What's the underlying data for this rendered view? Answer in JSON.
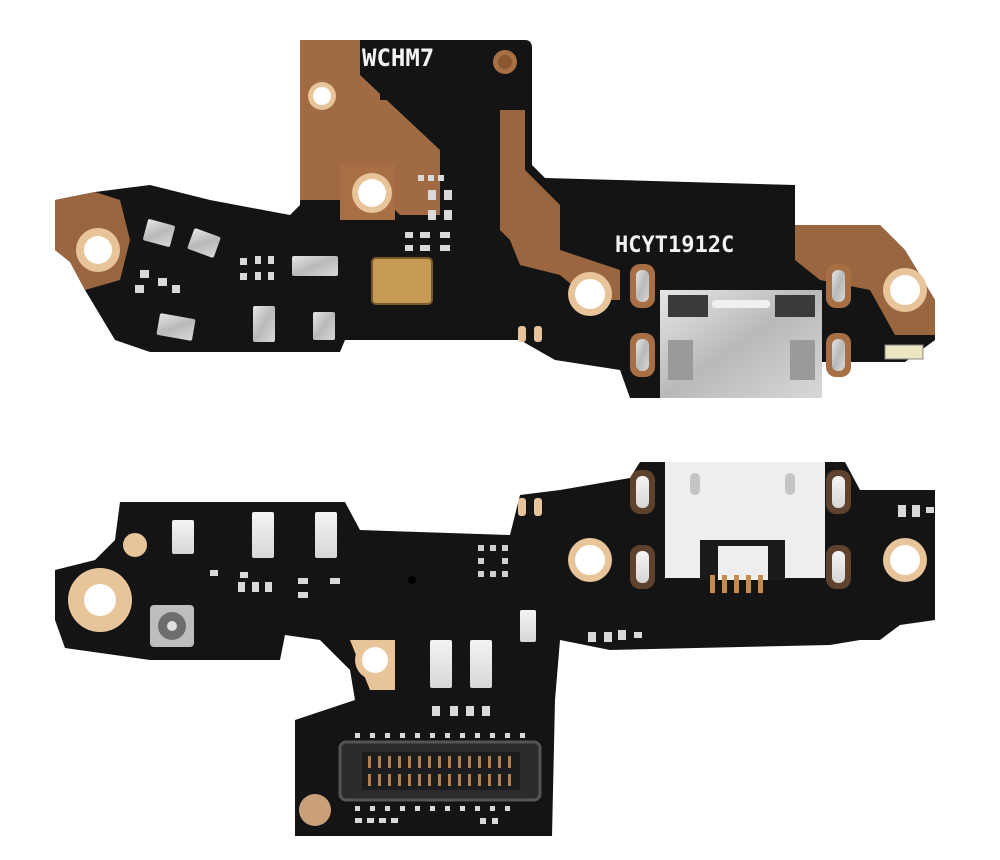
{
  "image": {
    "subject": "Charging port flex PCB board, front and back views",
    "background": "#ffffff"
  },
  "boards": [
    {
      "view": "top",
      "silkscreen_labels": [
        "WCHM7",
        "HCYT1912C"
      ],
      "components": [
        "micro-usb-port",
        "crystal-oscillator",
        "microphone-pads",
        "smd-capacitors",
        "led-indicator",
        "mounting-holes"
      ]
    },
    {
      "view": "bottom",
      "silkscreen_labels": [],
      "components": [
        "micro-usb-port",
        "board-to-board-connector",
        "antenna-coax-connector",
        "smd-components",
        "mounting-holes"
      ]
    }
  ],
  "colors": {
    "pcb": "#141414",
    "copper": "#a86f45",
    "gold_pad": "#e8c49a",
    "metal": "#c9c9c9",
    "silk": "#f2f2f2"
  }
}
